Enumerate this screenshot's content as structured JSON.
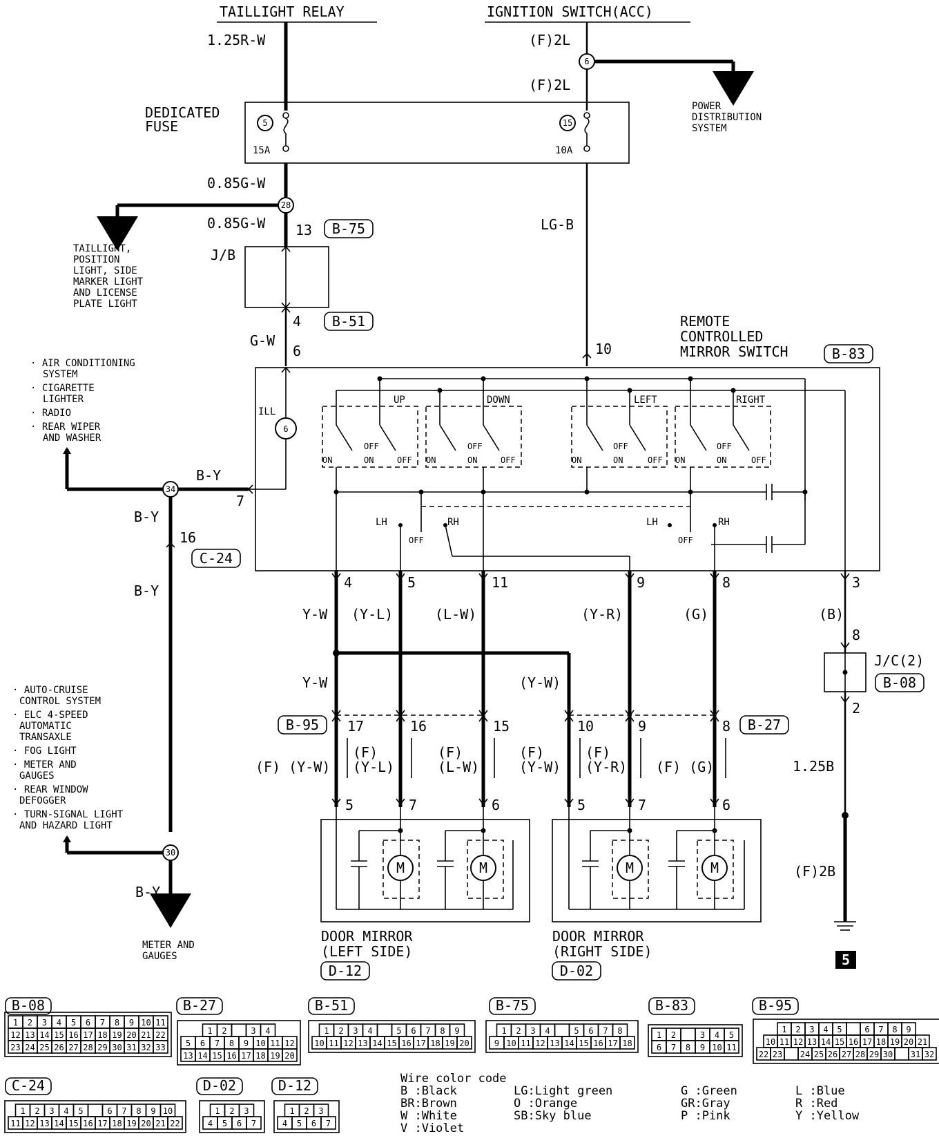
{
  "top": {
    "taillight_relay": "TAILLIGHT RELAY",
    "ignition_switch": "IGNITION SWITCH(ACC)"
  },
  "wires": {
    "w_125rw": "1.25R-W",
    "w_f2l_1": "(F)2L",
    "w_f2l_2": "(F)2L",
    "w_085gw_1": "0.85G-W",
    "w_085gw_2": "0.85G-W",
    "w_lgb": "LG-B",
    "w_gw": "G-W",
    "w_by_1": "B-Y",
    "w_by_2": "B-Y",
    "w_by_3": "B-Y",
    "w_by_4": "B-Y",
    "w_yw_1": "Y-W",
    "w_yl": "(Y-L)",
    "w_lw": "(L-W)",
    "w_yr": "(Y-R)",
    "w_g": "(G)",
    "w_b": "(B)",
    "w_yw_2": "Y-W",
    "w_yw_3": "(Y-W)",
    "w_125b": "1.25B",
    "w_f2b": "(F)2B",
    "f_yw_left": "(F) (Y-W)",
    "f_yl_1": "(F)",
    "f_yl_2": "(Y-L)",
    "f_lw_1": "(F)",
    "f_lw_2": "(L-W)",
    "f_yw_r_1": "(F)",
    "f_yw_r_2": "(Y-W)",
    "f_yr_1": "(F)",
    "f_yr_2": "(Y-R)",
    "f_g": "(F) (G)"
  },
  "fuse": {
    "title_1": "DEDICATED",
    "title_2": "FUSE",
    "fuse_a": "5",
    "fuse_b": "15",
    "amp_a": "15A",
    "amp_b": "10A"
  },
  "power_dist": [
    "POWER",
    "DISTRIBUTION",
    "SYSTEM"
  ],
  "taillight_dest": [
    "TAILLIGHT,",
    "POSITION",
    "LIGHT, SIDE",
    "MARKER LIGHT",
    "AND LICENSE",
    "PLATE LIGHT"
  ],
  "jb": "J/B",
  "connectors_inline": {
    "b75": "B-75",
    "b51": "B-51",
    "b83": "B-83",
    "c24": "C-24",
    "b08": "B-08",
    "b95": "B-95",
    "b27": "B-27",
    "d12": "D-12",
    "d02": "D-02"
  },
  "junctions": {
    "j6": "6",
    "j28": "28",
    "j34": "34",
    "j30": "30",
    "ill_num": "6"
  },
  "pins": {
    "p13": "13",
    "p4_b51": "4",
    "p6_in": "6",
    "p10_in": "10",
    "p7": "7",
    "p16": "16",
    "p4": "4",
    "p5": "5",
    "p11": "11",
    "p9": "9",
    "p8": "8",
    "p3": "3",
    "p8_jc": "8",
    "p2_jc": "2",
    "b95_17": "17",
    "b95_16": "16",
    "b95_15": "15",
    "b27_10": "10",
    "b27_9": "9",
    "b27_8": "8",
    "m_l5": "5",
    "m_l7": "7",
    "m_l6": "6",
    "m_r5": "5",
    "m_r7": "7",
    "m_r6": "6"
  },
  "switch": {
    "title": [
      "REMOTE",
      "CONTROLLED",
      "MIRROR SWITCH"
    ],
    "ill": "ILL",
    "up": "UP",
    "down": "DOWN",
    "left": "LEFT",
    "right": "RIGHT",
    "on": "ON",
    "off": "OFF",
    "lh": "LH",
    "rh": "RH"
  },
  "left_list_1": [
    "· AIR CONDITIONING",
    "SYSTEM",
    "· CIGARETTE",
    "LIGHTER",
    "· RADIO",
    "· REAR WIPER",
    "AND WASHER"
  ],
  "left_list_2": [
    "· AUTO-CRUISE",
    "CONTROL SYSTEM",
    "· ELC 4-SPEED",
    "AUTOMATIC",
    "TRANSAXLE",
    "· FOG LIGHT",
    "· METER AND",
    "GAUGES",
    "· REAR WINDOW",
    "DEFOGGER",
    "· TURN-SIGNAL LIGHT",
    "AND HAZARD LIGHT"
  ],
  "meter_gauges": [
    "METER AND",
    "GAUGES"
  ],
  "jc": {
    "label": "J/C(2)",
    "conn": "B-08"
  },
  "mirrors": {
    "left": [
      "DOOR MIRROR",
      "(LEFT SIDE)"
    ],
    "right": [
      "DOOR MIRROR",
      "(RIGHT SIDE)"
    ],
    "motor": "M"
  },
  "ground": "5",
  "connector_faces": {
    "B-08": {
      "rows": [
        [
          "1",
          "2",
          "3",
          "4",
          "5",
          "6",
          "7",
          "8",
          "9",
          "10",
          "11"
        ],
        [
          "12",
          "13",
          "14",
          "15",
          "16",
          "17",
          "18",
          "19",
          "20",
          "21",
          "22"
        ],
        [
          "23",
          "24",
          "25",
          "26",
          "27",
          "28",
          "29",
          "30",
          "31",
          "32",
          "33"
        ]
      ]
    },
    "B-27": {
      "rows": [
        [
          "1",
          "2",
          "",
          "3",
          "4"
        ],
        [
          "5",
          "6",
          "7",
          "8",
          "9",
          "10",
          "11",
          "12"
        ],
        [
          "13",
          "14",
          "15",
          "16",
          "17",
          "18",
          "19",
          "20"
        ]
      ]
    },
    "B-51": {
      "rows": [
        [
          "1",
          "2",
          "3",
          "4",
          "",
          "5",
          "6",
          "7",
          "8",
          "9"
        ],
        [
          "10",
          "11",
          "12",
          "13",
          "14",
          "15",
          "16",
          "17",
          "18",
          "19",
          "20"
        ]
      ]
    },
    "B-75": {
      "rows": [
        [
          "1",
          "2",
          "3",
          "4",
          "",
          "5",
          "6",
          "7",
          "8"
        ],
        [
          "9",
          "10",
          "11",
          "12",
          "13",
          "14",
          "15",
          "16",
          "17",
          "18"
        ]
      ]
    },
    "B-83": {
      "rows": [
        [
          "1",
          "2",
          "",
          "3",
          "4",
          "5"
        ],
        [
          "6",
          "7",
          "8",
          "9",
          "10",
          "11"
        ]
      ]
    },
    "B-95": {
      "rows": [
        [
          "1",
          "2",
          "3",
          "4",
          "5",
          "",
          "6",
          "7",
          "8",
          "9"
        ],
        [
          "10",
          "11",
          "12",
          "13",
          "14",
          "15",
          "16",
          "17",
          "18",
          "19",
          "20",
          "21"
        ],
        [
          "22",
          "23",
          "",
          "24",
          "25",
          "26",
          "27",
          "28",
          "29",
          "30",
          "",
          "31",
          "32"
        ]
      ]
    },
    "C-24": {
      "rows": [
        [
          "1",
          "2",
          "3",
          "4",
          "5",
          "",
          "6",
          "7",
          "8",
          "9",
          "10"
        ],
        [
          "11",
          "12",
          "13",
          "14",
          "15",
          "16",
          "17",
          "18",
          "19",
          "20",
          "21",
          "22"
        ]
      ]
    },
    "D-02": {
      "rows": [
        [
          "1",
          "2",
          "3"
        ],
        [
          "4",
          "5",
          "6",
          "7"
        ]
      ]
    },
    "D-12": {
      "rows": [
        [
          "1",
          "2",
          "3"
        ],
        [
          "4",
          "5",
          "6",
          "7"
        ]
      ]
    }
  },
  "color_code": {
    "title": "Wire color code",
    "entries": [
      [
        "B :Black",
        "LG:Light green",
        "G :Green",
        "L :Blue"
      ],
      [
        "BR:Brown",
        "O :Orange",
        "GR:Gray",
        "R :Red"
      ],
      [
        "W :White",
        "SB:Sky blue",
        "P :Pink",
        "Y :Yellow"
      ],
      [
        "V :Violet",
        "",
        "",
        ""
      ]
    ]
  }
}
